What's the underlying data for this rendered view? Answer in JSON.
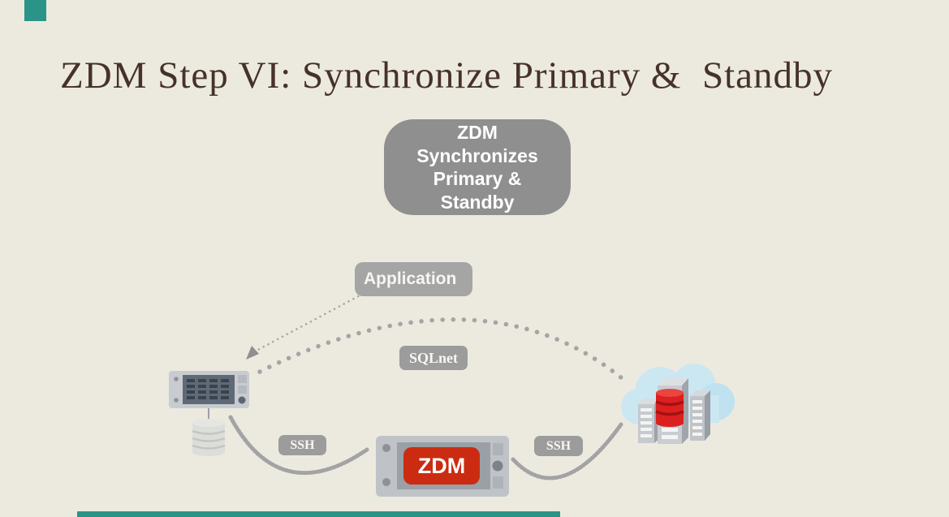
{
  "slide": {
    "title": "ZDM Step VI: Synchronize Primary &  Standby"
  },
  "colors": {
    "background": "#ECEADF",
    "title_text": "#463228",
    "accent_teal": "#2A9486",
    "process_box_gray": "#8F8F8F",
    "label_gray": "#9C9C9C",
    "label_text": "#F7F6F1",
    "zdm_red": "#CB2C11",
    "database_red": "#DC1F1F",
    "cloud_blue": "#CBE7F2",
    "appliance_gray": "#BFC3C8",
    "connector_gray": "#A5A5A5"
  },
  "process_box": {
    "lines": [
      "ZDM",
      "Synchronizes",
      "Primary &",
      "Standby"
    ]
  },
  "labels": {
    "application": "Application",
    "sqlnet": "SQLnet",
    "ssh_left": "SSH",
    "ssh_right": "SSH"
  },
  "zdm_appliance": {
    "label": "ZDM"
  },
  "icons": {
    "source_server": "server-rack-icon",
    "source_database": "database-cylinder-icon",
    "cloud_database": "cloud-database-servers-icon"
  },
  "connectors": {
    "application_to_server": "dotted-arrow",
    "sqlnet_arc": "dotted-arc",
    "ssh_left_link": "wavy-line",
    "ssh_right_link": "wavy-line"
  }
}
